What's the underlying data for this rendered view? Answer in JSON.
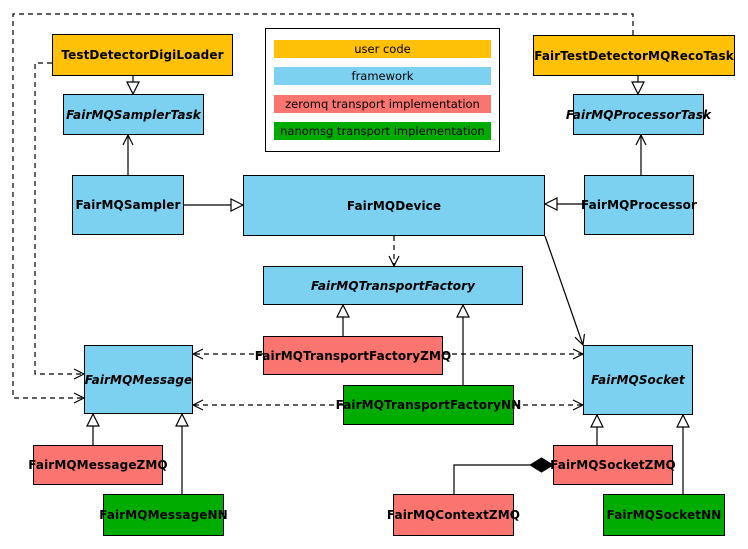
{
  "legend": {
    "items": [
      {
        "label": "user code",
        "color": "#FFC107"
      },
      {
        "label": "framework",
        "color": "#7CD0F0"
      },
      {
        "label": "zeromq transport implementation",
        "color": "#FA7570"
      },
      {
        "label": "nanomsg transport implementation",
        "color": "#00AC00"
      }
    ]
  },
  "nodes": {
    "testDetectorDigiLoader": {
      "label": "TestDetectorDigiLoader",
      "color": "#FFC107"
    },
    "fairTestDetectorMQRecoTask": {
      "label": "FairTestDetectorMQRecoTask",
      "color": "#FFC107"
    },
    "fairMQSamplerTask": {
      "label": "FairMQSamplerTask",
      "color": "#7CD0F0"
    },
    "fairMQProcessorTask": {
      "label": "FairMQProcessorTask",
      "color": "#7CD0F0"
    },
    "fairMQSampler": {
      "label": "FairMQSampler",
      "color": "#7CD0F0"
    },
    "fairMQDevice": {
      "label": "FairMQDevice",
      "color": "#7CD0F0"
    },
    "fairMQProcessor": {
      "label": "FairMQProcessor",
      "color": "#7CD0F0"
    },
    "fairMQTransportFactory": {
      "label": "FairMQTransportFactory",
      "color": "#7CD0F0"
    },
    "fairMQTransportFactoryZMQ": {
      "label": "FairMQTransportFactoryZMQ",
      "color": "#FA7570"
    },
    "fairMQTransportFactoryNN": {
      "label": "FairMQTransportFactoryNN",
      "color": "#00AC00"
    },
    "fairMQMessage": {
      "label": "FairMQMessage",
      "color": "#7CD0F0"
    },
    "fairMQSocket": {
      "label": "FairMQSocket",
      "color": "#7CD0F0"
    },
    "fairMQMessageZMQ": {
      "label": "FairMQMessageZMQ",
      "color": "#FA7570"
    },
    "fairMQMessageNN": {
      "label": "FairMQMessageNN",
      "color": "#00AC00"
    },
    "fairMQSocketZMQ": {
      "label": "FairMQSocketZMQ",
      "color": "#FA7570"
    },
    "fairMQSocketNN": {
      "label": "FairMQSocketNN",
      "color": "#00AC00"
    },
    "fairMQContextZMQ": {
      "label": "FairMQContextZMQ",
      "color": "#FA7570"
    }
  },
  "edges": [
    {
      "from": "TestDetectorDigiLoader",
      "to": "FairMQSamplerTask",
      "type": "inheritance"
    },
    {
      "from": "FairTestDetectorMQRecoTask",
      "to": "FairMQProcessorTask",
      "type": "inheritance"
    },
    {
      "from": "FairMQSampler",
      "to": "FairMQDevice",
      "type": "inheritance"
    },
    {
      "from": "FairMQProcessor",
      "to": "FairMQDevice",
      "type": "inheritance"
    },
    {
      "from": "FairMQSampler",
      "to": "FairMQSamplerTask",
      "type": "association"
    },
    {
      "from": "FairMQProcessor",
      "to": "FairMQProcessorTask",
      "type": "association"
    },
    {
      "from": "FairMQDevice",
      "to": "FairMQSocket",
      "type": "association"
    },
    {
      "from": "FairMQDevice",
      "to": "FairMQTransportFactory",
      "type": "dependency"
    },
    {
      "from": "TestDetectorDigiLoader",
      "to": "FairMQMessage",
      "type": "dependency"
    },
    {
      "from": "FairTestDetectorMQRecoTask",
      "to": "FairMQMessage",
      "type": "dependency"
    },
    {
      "from": "FairMQTransportFactoryZMQ",
      "to": "FairMQTransportFactory",
      "type": "inheritance"
    },
    {
      "from": "FairMQTransportFactoryNN",
      "to": "FairMQTransportFactory",
      "type": "inheritance"
    },
    {
      "from": "FairMQTransportFactoryZMQ",
      "to": "FairMQMessage",
      "type": "dependency"
    },
    {
      "from": "FairMQTransportFactoryZMQ",
      "to": "FairMQSocket",
      "type": "dependency"
    },
    {
      "from": "FairMQTransportFactoryNN",
      "to": "FairMQMessage",
      "type": "dependency"
    },
    {
      "from": "FairMQTransportFactoryNN",
      "to": "FairMQSocket",
      "type": "dependency"
    },
    {
      "from": "FairMQMessageZMQ",
      "to": "FairMQMessage",
      "type": "inheritance"
    },
    {
      "from": "FairMQMessageNN",
      "to": "FairMQMessage",
      "type": "inheritance"
    },
    {
      "from": "FairMQSocketZMQ",
      "to": "FairMQSocket",
      "type": "inheritance"
    },
    {
      "from": "FairMQSocketNN",
      "to": "FairMQSocket",
      "type": "inheritance"
    },
    {
      "from": "FairMQContextZMQ",
      "to": "FairMQSocketZMQ",
      "type": "composition"
    }
  ]
}
